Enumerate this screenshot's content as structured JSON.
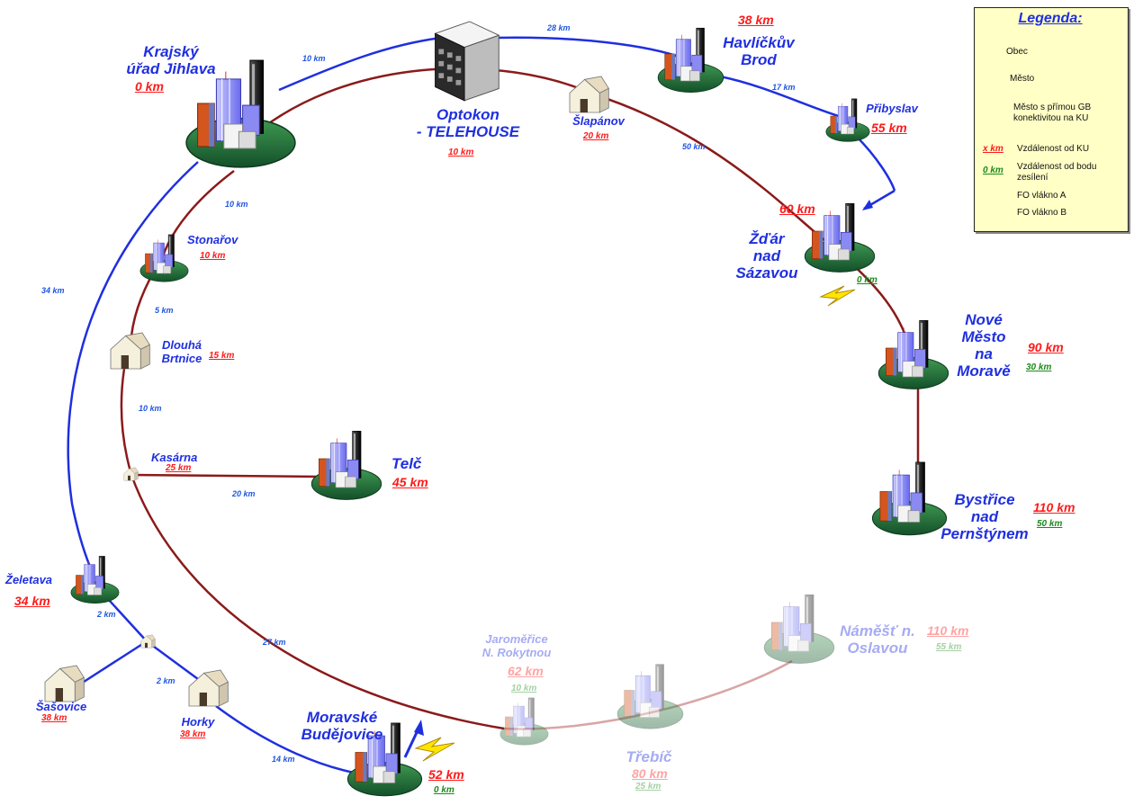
{
  "legend": {
    "title": "Legenda:",
    "items": [
      {
        "label": "Obec",
        "icon": "house-icon"
      },
      {
        "label": "Město",
        "icon": "city-icon"
      },
      {
        "label": "Město s přímou GB konektivitou na KU",
        "icon": "city-gb-icon"
      },
      {
        "label": "Vzdálenost od KU",
        "sample": "x km",
        "color": "#ff1a1a"
      },
      {
        "label": "Vzdálenost od bodu zesílení",
        "sample": "0 km",
        "color": "#1a8a1a"
      },
      {
        "label": "FO vlákno A",
        "color": "#8b1a1a"
      },
      {
        "label": "FO vlákno B",
        "color": "#1f2fe0"
      }
    ]
  },
  "nodes": {
    "jihlava": {
      "name": "Krajský\núřad Jihlava",
      "km": "0 km"
    },
    "optokon": {
      "name": "Optokon\n- TELEHOUSE",
      "km": "10 km"
    },
    "slapanov": {
      "name": "Šlapánov",
      "km": "20 km"
    },
    "havlickuv": {
      "name": "Havlíčkův\nBrod",
      "km": "38 km"
    },
    "pribyslav": {
      "name": "Přibyslav",
      "km": "55 km"
    },
    "zdar": {
      "name": "Žďár\nnad\nSázavou",
      "km": "60 km",
      "km_green": "0 km"
    },
    "nove_mesto": {
      "name": "Nové\nMěsto\nna\nMoravě",
      "km": "90 km",
      "km_green": "30 km"
    },
    "bystrice": {
      "name": "Bystřice\nnad\nPernštýnem",
      "km": "110 km",
      "km_green": "50 km"
    },
    "stonarov": {
      "name": "Stonařov",
      "km": "10 km"
    },
    "dlouha": {
      "name": "Dlouhá\nBrtnice",
      "km": "15 km"
    },
    "kasarna": {
      "name": "Kasárna",
      "km": "25 km"
    },
    "telc": {
      "name": "Telč",
      "km": "45 km"
    },
    "zeletava": {
      "name": "Želetava",
      "km": "34 km"
    },
    "sasovice": {
      "name": "Šašovice",
      "km": "38 km"
    },
    "horky": {
      "name": "Horky",
      "km": "38 km"
    },
    "moravske": {
      "name": "Moravské\nBudějovice",
      "km": "52 km",
      "km_green": "0 km"
    },
    "jaromerice": {
      "name": "Jaroměřice\nN. Rokytnou",
      "km": "62 km",
      "km_green": "10 km"
    },
    "trebic": {
      "name": "Třebíč",
      "km": "80 km",
      "km_green": "25 km"
    },
    "namest": {
      "name": "Náměšť n.\nOslavou",
      "km": "110 km",
      "km_green": "55 km"
    }
  },
  "segments": {
    "jihlava_optokon": "10 km",
    "optokon_havlickuv": "28 km",
    "havlickuv_pribyslav": "17 km",
    "slapanov_zdar": "50 km",
    "jihlava_stonarov": "10 km",
    "stonarov_dlouha": "5 km",
    "dlouha_kasarna": "10 km",
    "kasarna_telc": "20 km",
    "jihlava_zeletava": "34 km",
    "zeletava_junction": "2 km",
    "junction_horky": "2 km",
    "kasarna_moravske": "27 km",
    "horky_moravske": "14 km"
  },
  "colors": {
    "fiber_a": "#8b1a1a",
    "fiber_b": "#1f2fe0",
    "faded_link": "#d9a5a5",
    "label_blue": "#1f2fe0",
    "km_red": "#ff1a1a",
    "km_green": "#1a8a1a",
    "legend_bg": "#ffffc6"
  }
}
